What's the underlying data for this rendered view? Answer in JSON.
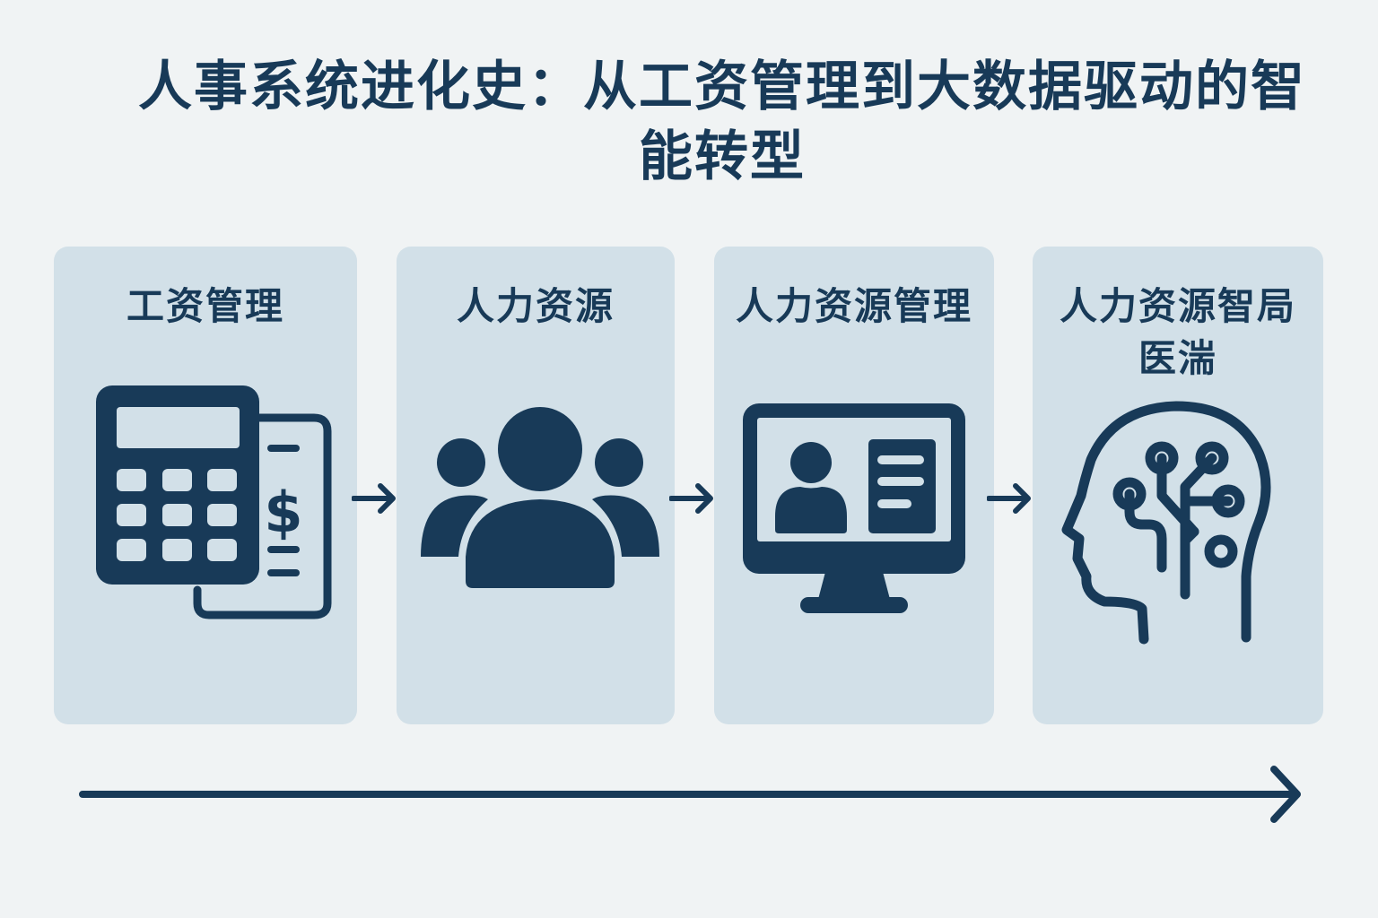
{
  "title": "人事系统进化史：从工资管理到大数据驱动的智能转型",
  "colors": {
    "background": "#f0f3f4",
    "card": "#d2e0e8",
    "primary": "#183a58"
  },
  "stages": [
    {
      "label": "工资管理",
      "icon": "calculator-payslip-icon"
    },
    {
      "label": "人力资源",
      "icon": "people-group-icon"
    },
    {
      "label": "人力资源管理",
      "icon": "monitor-profile-icon"
    },
    {
      "label": "人力资源智局医湍",
      "icon": "ai-head-circuit-icon"
    }
  ],
  "connectors": [
    "arrow-right",
    "arrow-right",
    "arrow-right"
  ],
  "timeline": {
    "direction": "left-to-right"
  }
}
